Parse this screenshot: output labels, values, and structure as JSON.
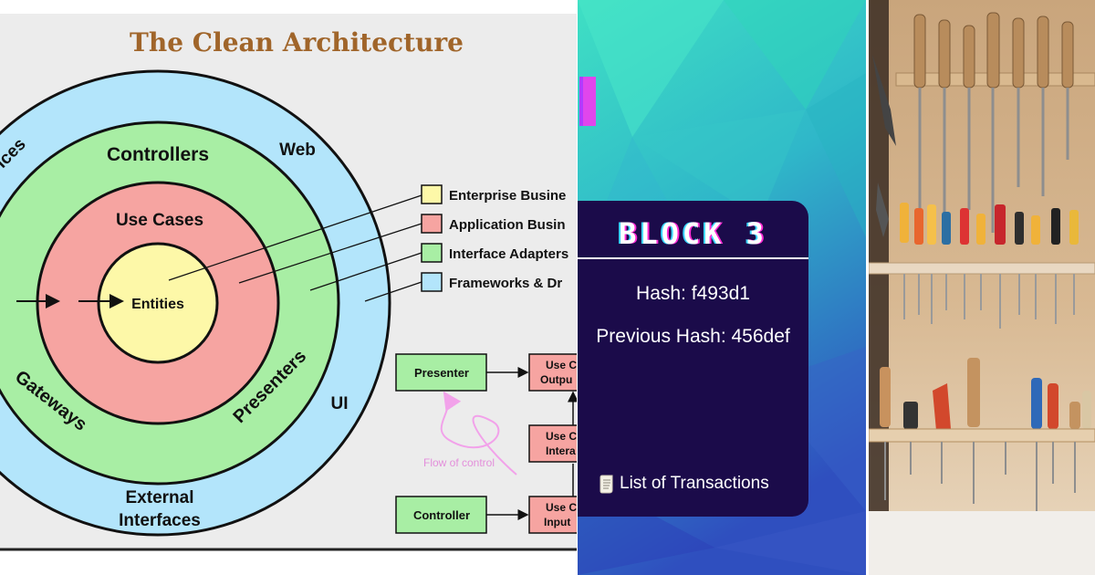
{
  "arch": {
    "title": "The Clean Architecture",
    "rings": {
      "web": "Web",
      "devices_fragment": "ices",
      "ui": "UI",
      "external_interfaces_line1": "External",
      "external_interfaces_line2": "Interfaces",
      "controllers": "Controllers",
      "gateways": "Gateways",
      "presenters": "Presenters",
      "use_cases": "Use Cases",
      "entities": "Entities"
    },
    "legend": [
      {
        "label": "Enterprise Busine",
        "color": "#fdf8a8"
      },
      {
        "label": "Application Busin",
        "color": "#f6a4a1"
      },
      {
        "label": "Interface Adapters",
        "color": "#a8eea4"
      },
      {
        "label": "Frameworks & Dr",
        "color": "#b3e5fb"
      }
    ],
    "flow": {
      "presenter": "Presenter",
      "controller": "Controller",
      "use_case_output_line1": "Use C",
      "use_case_output_line2": "Outpu",
      "use_case_interactor_line1": "Use C",
      "use_case_interactor_line2": "Intera",
      "use_case_input_line1": "Use C",
      "use_case_input_line2": "Input",
      "flow_of_control": "Flow of control"
    },
    "colors": {
      "entities": "#fdf8a8",
      "use_cases": "#f6a4a1",
      "adapters": "#a8eea4",
      "frameworks": "#b3e5fb",
      "title": "#a0652a",
      "flow_arrow": "#f2a2ea"
    }
  },
  "block": {
    "title": "BLOCK 3",
    "hash_line": "Hash: f493d1",
    "previous_hash_line": "Previous Hash: 456def",
    "transactions_label": "List of Transactions",
    "icon": "scroll-icon",
    "colors": {
      "card": "#1b0b4a",
      "gradient_top": "#3fe0c4",
      "gradient_bottom": "#2f4fbf"
    }
  },
  "photo": {
    "subject": "tool-wall-photo"
  }
}
